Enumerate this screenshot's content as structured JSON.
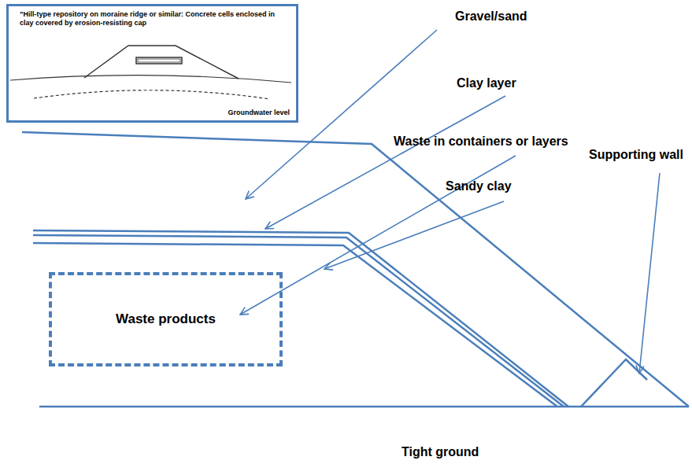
{
  "diagram": {
    "nodes": [
      {
        "text": [
          "”Hill-type repository on moraine ridge or similar: Concrete cells enclosed in clay covered by erosion-resisting cap",
          "Groundwater level"
        ]
      },
      {
        "text": [
          "Waste products"
        ]
      }
    ],
    "edges": [],
    "labels": [
      "Gravel/sand",
      "Clay layer",
      "Waste in containers or layers",
      "Sandy clay",
      "Supporting wall",
      "Tight ground"
    ]
  }
}
